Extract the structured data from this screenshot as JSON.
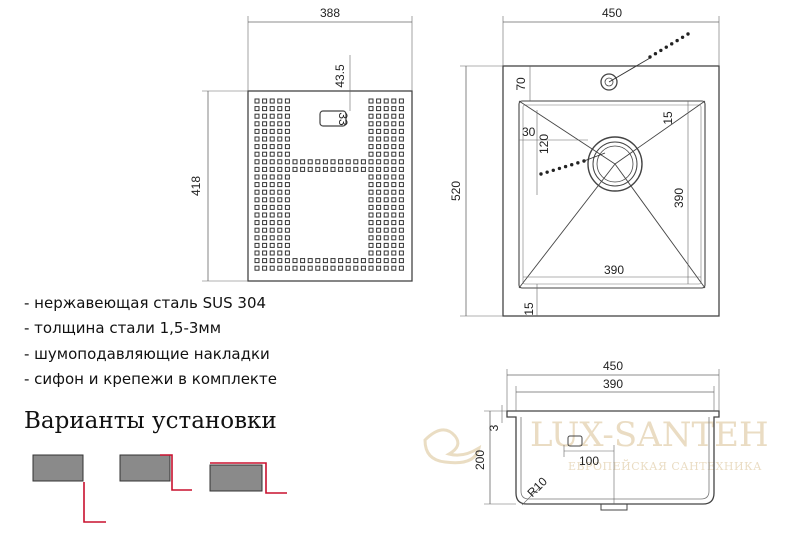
{
  "colors": {
    "line": "#444444",
    "dim_line": "#666666",
    "mount_accent": "#c8102e",
    "watermark": "#e8d9bd"
  },
  "top_view_cutting_board": {
    "width_label": "388",
    "height_label": "418",
    "slot_offset_label": "43.5",
    "slot_size_label": "33"
  },
  "top_view_sink": {
    "width_label": "450",
    "height_label": "520",
    "faucet_offset_label": "70",
    "drain_offset_x_label": "30",
    "drain_offset_y_label": "120",
    "right_margin_label": "15",
    "bowl_height_label": "390",
    "bowl_width_label": "390",
    "bottom_margin_label": "15"
  },
  "features": [
    "- нержавеющая сталь SUS 304",
    "- толщина стали 1,5-3мм",
    "- шумоподавляющие накладки",
    "- сифон и крепежи в комплекте"
  ],
  "install_variants": {
    "title": "Варианты установки",
    "icons": [
      "overmount-icon",
      "undermount-icon",
      "flush-mount-icon"
    ]
  },
  "side_view": {
    "outer_width_label": "450",
    "bowl_width_label": "390",
    "flange_label": "3",
    "depth_label": "200",
    "drain_label": "100",
    "radius_label": "R10"
  },
  "watermark": {
    "brand": "LUX-SANTEH",
    "tagline": "ЕВРОПЕЙСКАЯ САНТЕХНИКА"
  }
}
